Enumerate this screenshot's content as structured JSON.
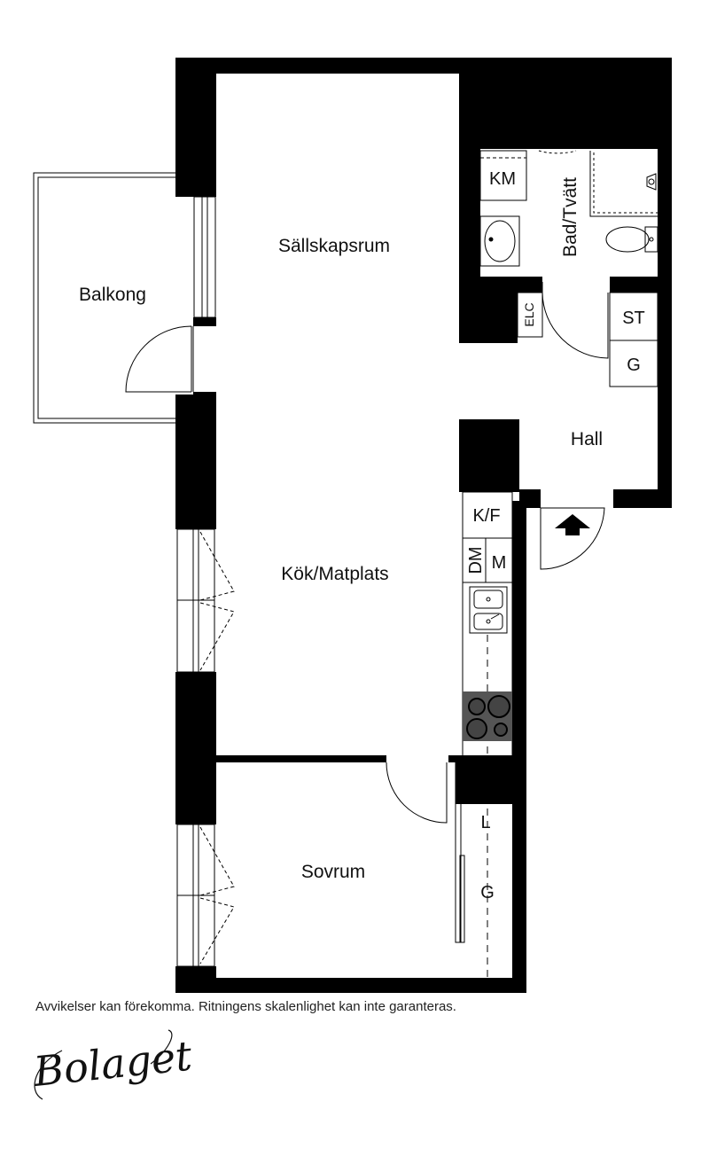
{
  "rooms": {
    "sallskapsrum": "Sällskapsrum",
    "balkong": "Balkong",
    "bad_tvatt": "Bad/Tvätt",
    "hall": "Hall",
    "kok_matplats": "Kök/Matplats",
    "sovrum": "Sovrum"
  },
  "fixtures": {
    "km": "KM",
    "elc": "ELC",
    "st": "ST",
    "g_hall": "G",
    "kf": "K/F",
    "dm": "DM",
    "m": "M",
    "l": "L",
    "g_sovrum": "G"
  },
  "footer": {
    "disclaimer": "Avvikelser kan förekomma. Ritningens skalenlighet kan inte garanteras.",
    "logo": "Bolaget"
  },
  "colors": {
    "wall": "#000000",
    "background": "#ffffff",
    "stove": "#555555"
  }
}
